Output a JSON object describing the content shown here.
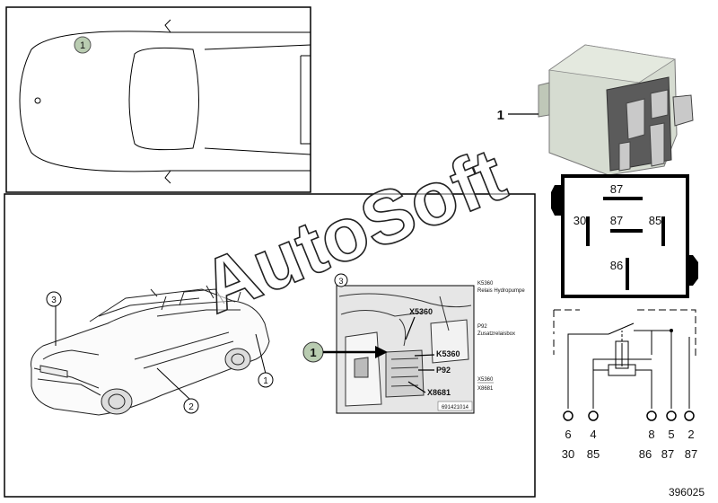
{
  "callouts": {
    "top_view_part": "1",
    "car_hood": "3",
    "car_door": "2",
    "car_rear": "1",
    "inset": "3",
    "inset_part": "1",
    "relay_part": "1"
  },
  "inset": {
    "connector_x5360": "X5360",
    "connector_k5360": "K5360",
    "connector_p92": "P92",
    "connector_x8681": "X8681",
    "side_k5360": "K5360",
    "side_k5360_desc": "Relais Hydropumpe",
    "side_p92": "P92",
    "side_p92_desc": "Zusatzrelaisbox",
    "side_x5360": "X5360",
    "side_x8681": "X8681",
    "ref": "691421014"
  },
  "relay_pinout": {
    "pin_top": "87",
    "pin_left": "30",
    "pin_center": "87",
    "pin_right": "85",
    "pin_bottom": "86"
  },
  "schematic": {
    "terminals": [
      "6",
      "4",
      "8",
      "5",
      "2"
    ],
    "functions": [
      "30",
      "85",
      "86",
      "87",
      "87"
    ]
  },
  "watermark": "AutoSoft",
  "diagram_number": "396025"
}
